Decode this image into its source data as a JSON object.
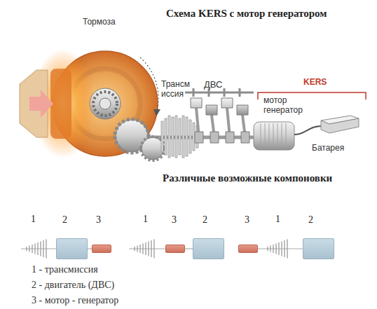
{
  "diagram": {
    "title": "Схема KERS с мотор генератором",
    "nodes": [
      {
        "text": [
          "2"
        ]
      },
      {
        "text": [
          "3"
        ]
      },
      {
        "text": [
          "3"
        ]
      },
      {
        "text": [
          "2"
        ]
      },
      {
        "text": [
          "3"
        ]
      },
      {
        "text": [
          "2"
        ]
      }
    ],
    "edges": [
      {
        "from": 0,
        "to": 1,
        "arrow": "none"
      },
      {
        "from": 2,
        "to": 3,
        "arrow": "none"
      }
    ],
    "labels": [
      "Тормоза",
      "Трансм иссия",
      "ДВС",
      "KERS",
      "мотор генератор",
      "Батарея",
      "Различные возможные компоновки",
      "1",
      "1",
      "1",
      "1 - трансмиссия",
      "2 - двигатель (ДВС)",
      "3 - мотор - генератор"
    ]
  }
}
